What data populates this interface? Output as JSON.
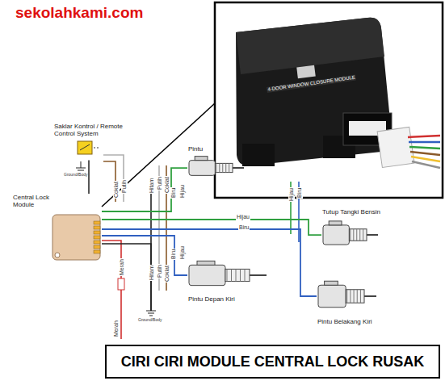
{
  "diagram": {
    "title": "CIRI CIRI MODULE CENTRAL LOCK RUSAK",
    "nodes": [
      {
        "text": [
          "Saklar Kontrol / Remote Control System"
        ]
      },
      {
        "text": [
          "Pintu"
        ]
      },
      {
        "text": [
          "Central Lock Module"
        ]
      },
      {
        "text": [
          "Tutup Tangki Bensin"
        ]
      },
      {
        "text": [
          "Pintu Depan Kiri"
        ]
      },
      {
        "text": [
          "Pintu Belakang Kiri"
        ]
      }
    ],
    "edges": [
      {
        "from": 0,
        "to": 2,
        "arrow": "none"
      },
      {
        "from": 2,
        "to": 1,
        "arrow": "none"
      },
      {
        "from": 2,
        "to": 3,
        "arrow": "none"
      },
      {
        "from": 2,
        "to": 4,
        "arrow": "none"
      },
      {
        "from": 2,
        "to": 5,
        "arrow": "none"
      }
    ],
    "labels": [
      "sekolahkami.com",
      "4-DOOR WINDOW CLOSURE MODULE",
      "Ground/Body",
      "Coklat",
      "Putih",
      "Hitam",
      "Putih",
      "Coklat",
      "Biru",
      "Hijau",
      "Hijau",
      "Biru",
      "Hijau",
      "Biru",
      "Merah",
      "Merah",
      "Hitam",
      "Putih",
      "Coklat",
      "Biru",
      "Hijau",
      "Ground/Body"
    ]
  }
}
